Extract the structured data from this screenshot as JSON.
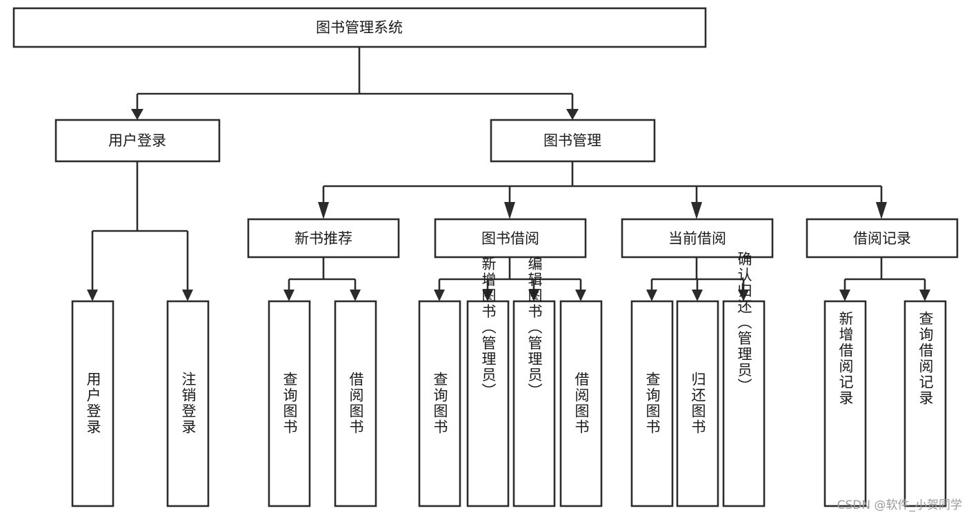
{
  "diagram": {
    "title_node": {
      "label": "图书管理系统"
    },
    "level1": [
      {
        "label": "用户登录"
      },
      {
        "label": "图书管理"
      }
    ],
    "level2": [
      {
        "label": "新书推荐"
      },
      {
        "label": "图书借阅"
      },
      {
        "label": "当前借阅"
      },
      {
        "label": "借阅记录"
      }
    ],
    "leaves": {
      "user_login": [
        {
          "label": "用户登录"
        },
        {
          "label": "注销登录"
        }
      ],
      "new_book_recommend": [
        {
          "label": "查询图书"
        },
        {
          "label": "借阅图书"
        }
      ],
      "book_borrow": [
        {
          "label": "查询图书"
        },
        {
          "label": "新增图书（管理员）"
        },
        {
          "label": "编辑图书（管理员）"
        },
        {
          "label": "借阅图书"
        }
      ],
      "current_borrow": [
        {
          "label": "查询图书"
        },
        {
          "label": "归还图书"
        },
        {
          "label": "确认归还（管理员）"
        }
      ],
      "borrow_record": [
        {
          "label": "新增借阅记录"
        },
        {
          "label": "查询借阅记录"
        }
      ]
    }
  },
  "watermark": {
    "text": "CSDN @软件_小贺同学"
  },
  "colors": {
    "stroke": "#2b2b2b",
    "box_fill": "#ffffff",
    "text": "#1a1a1a",
    "background": "#ffffff",
    "watermark": "#9a9a9a"
  }
}
